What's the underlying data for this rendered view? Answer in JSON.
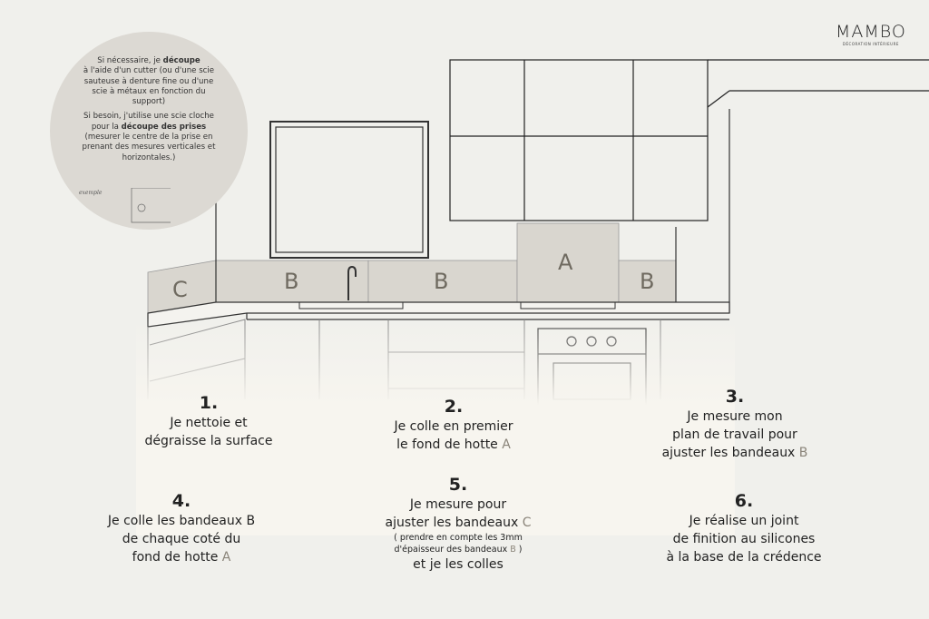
{
  "logo": {
    "brand": "MAMBO",
    "sub": "DÉCORATION INTÉRIEURE"
  },
  "tip": {
    "p1_pre": "Si nécessaire, je ",
    "p1_bold": "découpe",
    "p1_rest": "à l'aide d'un cutter (ou d'une scie sauteuse à denture fine ou d'une scie à métaux en fonction du support)",
    "p2_pre": "Si besoin, j'utilise une scie cloche pour la ",
    "p2_bold": "découpe des prises",
    "p2_rest": "(mesurer le centre de la prise en prenant des mesures verticales et horizontales.)",
    "example": "exemple"
  },
  "labels": {
    "a": "A",
    "b1": "B",
    "b2": "B",
    "b3": "B",
    "c": "C"
  },
  "steps": [
    {
      "n": "1.",
      "l1": "Je nettoie et",
      "l2": "dégraisse la surface"
    },
    {
      "n": "2.",
      "l1": "Je colle en premier",
      "l2": "le fond de hotte ",
      "acc": "A"
    },
    {
      "n": "3.",
      "l1": "Je mesure mon",
      "l2": "plan de travail  pour",
      "l3": "ajuster les bandeaux ",
      "acc": "B"
    },
    {
      "n": "4.",
      "l1": "Je colle les bandeaux B",
      "l2": "de chaque coté du",
      "l3": "fond de hotte ",
      "acc": "A"
    },
    {
      "n": "5.",
      "l1": "Je mesure pour",
      "l2": "ajuster les bandeaux ",
      "acc": "C",
      "small1": "( prendre en compte les 3mm",
      "small2": "d'épaisseur des bandeaux ",
      "small_acc": "B",
      "small_end": " )",
      "l3": "et je les colles"
    },
    {
      "n": "6.",
      "l1": "Je réalise un joint",
      "l2": "de finition au silicones",
      "l3": "à la base de la crédence"
    }
  ],
  "colors": {
    "background": "#f0f0ec",
    "panel": "#d9d6cf",
    "accent": "#8a8479"
  }
}
